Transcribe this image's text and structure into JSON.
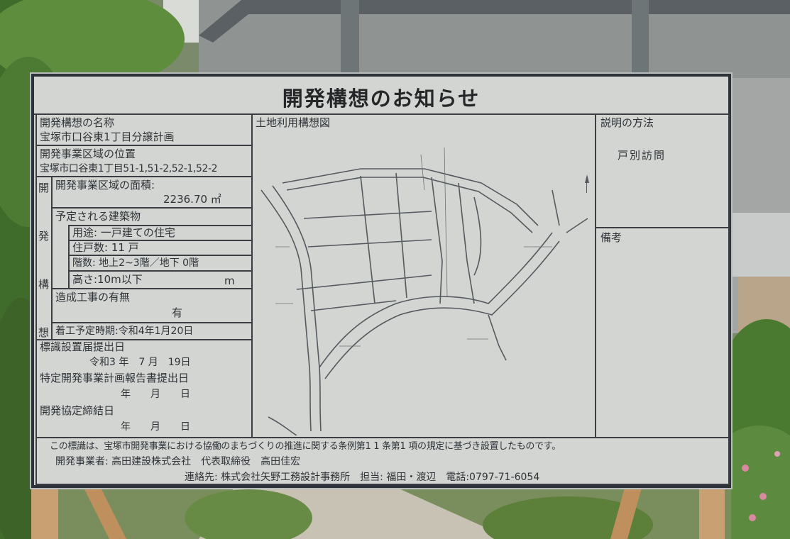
{
  "sign": {
    "title": "開発構想のお知らせ",
    "name_label": "開発構想の名称",
    "name_value": "宝塚市口谷東1丁目分譲計画",
    "location_label": "開発事業区域の位置",
    "location_value": "宝塚市口谷東1丁目51-1,51-2,52-1,52-2",
    "vertical_label": [
      "開",
      "発",
      "構",
      "想"
    ],
    "area_label": "開発事業区域の面積:",
    "area_value": "2236.70 ㎡",
    "planned_building_label": "予定される建築物",
    "use": "用途: 一戸建ての住宅",
    "units": "住戸数: 11 戸",
    "floors": "階数: 地上2~3階／地下 0階",
    "height": "高さ:10m以下",
    "height_unit": "m",
    "grading_label": "造成工事の有無",
    "grading_value": "有",
    "start_date": "着工予定時期:令和4年1月20日",
    "notice_date_label": "標識設置届提出日",
    "notice_date_value": "令和3 年　7 月　19日",
    "report_date_label": "特定開発事業計画報告書提出日",
    "report_date_value": "年　　月　　日",
    "agreement_date_label": "開発協定締結日",
    "agreement_date_value": "年　　月　　日",
    "land_use_label": "土地利用構想図",
    "method_label": "説明の方法",
    "method_value": "戸別訪問",
    "remarks_label": "備考",
    "footer_line1": "この標識は、宝塚市開発事業における協働のまちづくりの推進に関する条例第1 1 条第1 項の規定に基づき設置したものです。",
    "footer_line2": "開発事業者: 高田建設株式会社　代表取締役　高田佳宏",
    "footer_line3": "連絡先: 株式会社矢野工務設計事務所　担当: 福田・渡辺　電話:0797-71-6054"
  },
  "colors": {
    "board": "#d3d5d3",
    "frame": "#2d3338",
    "ink": "#2f3337",
    "foliage": "#4f7a33",
    "wall": "#9a9d9a"
  }
}
